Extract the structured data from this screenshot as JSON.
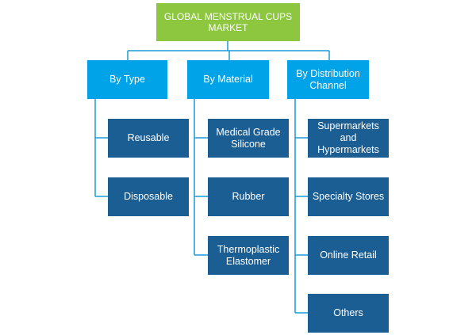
{
  "diagram": {
    "root": {
      "label": "GLOBAL MENSTRUAL CUPS\nMARKET"
    },
    "categories": [
      {
        "label": "By Type",
        "items": [
          "Reusable",
          "Disposable"
        ]
      },
      {
        "label": "By Material",
        "items": [
          "Medical Grade\nSilicone",
          "Rubber",
          "Thermoplastic\nElastomer"
        ]
      },
      {
        "label": "By Distribution\nChannel",
        "items": [
          "Supermarkets\nand\nHypermarkets",
          "Specialty Stores",
          "Online Retail",
          "Others"
        ]
      }
    ]
  },
  "colors": {
    "root_fill": "#8dc63f",
    "category_fill": "#00a2e8",
    "item_fill": "#1b5e93",
    "connector": "#1a9ad6",
    "text": "#ffffff"
  }
}
